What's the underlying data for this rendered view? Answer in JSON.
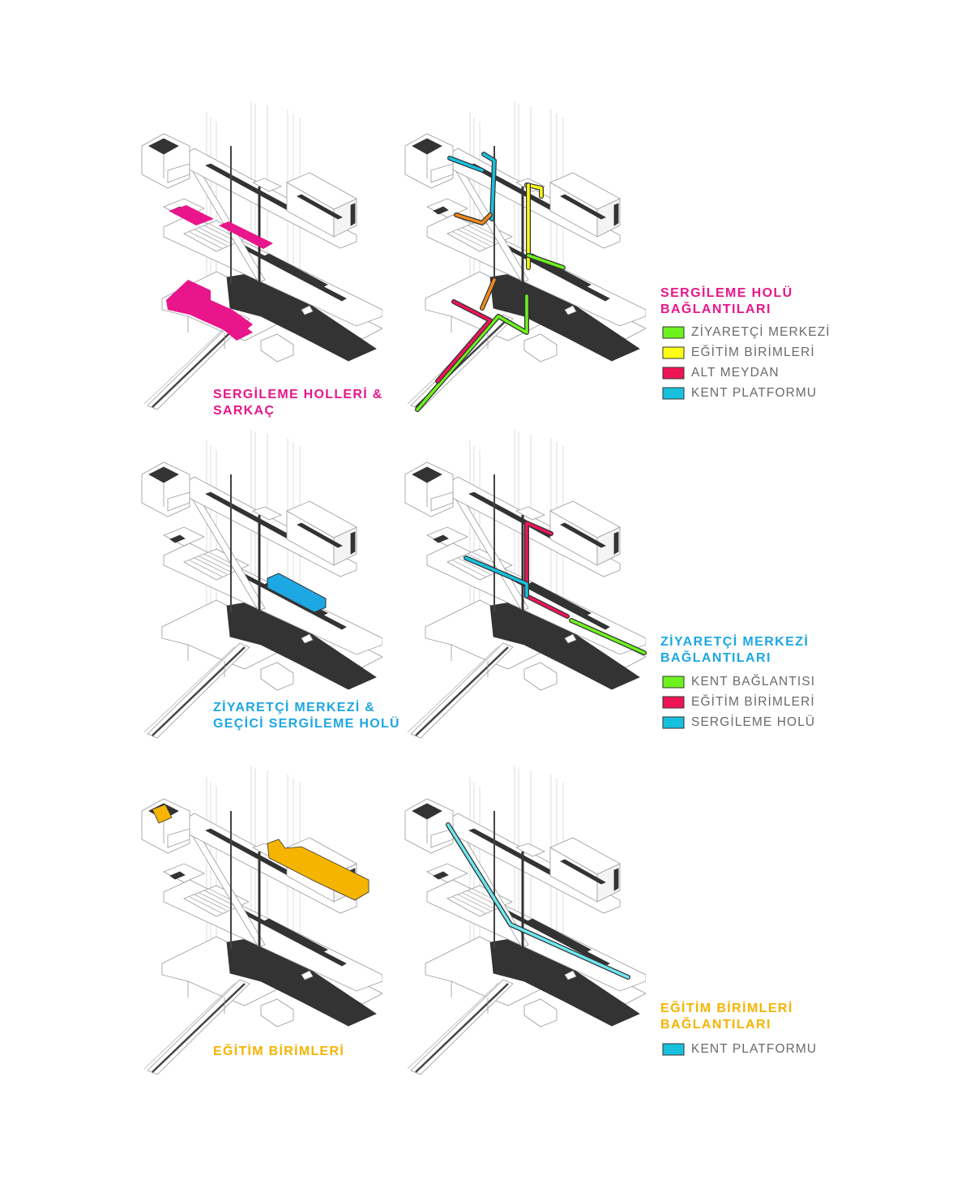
{
  "colors": {
    "magenta": "#e8168a",
    "blue": "#1da7e3",
    "amber": "#f5b400",
    "orange": "#f08a1e",
    "green": "#6ef21e",
    "yellow": "#ffff14",
    "red": "#ee1456",
    "cyan": "#17c1de",
    "cyan_light": "#6ee8f2",
    "dark": "#333333"
  },
  "rows": [
    {
      "caption": [
        "SERGİLEME HOLLERİ &",
        "SARKAÇ"
      ],
      "legend": {
        "title": [
          "SERGİLEME HOLÜ",
          "BAĞLANTILARI"
        ],
        "items": [
          {
            "label": "ZİYARETÇİ MERKEZİ",
            "color": "#6ef21e"
          },
          {
            "label": "EĞİTİM BİRİMLERİ",
            "color": "#ffff14"
          },
          {
            "label": "ALT MEYDAN",
            "color": "#ee1456"
          },
          {
            "label": "KENT PLATFORMU",
            "color": "#17c1de"
          }
        ]
      }
    },
    {
      "caption": [
        "ZİYARETÇİ MERKEZİ &",
        "GEÇİCİ SERGİLEME HOLÜ"
      ],
      "legend": {
        "title": [
          "ZİYARETÇİ MERKEZİ",
          "BAĞLANTILARI"
        ],
        "items": [
          {
            "label": "KENT BAĞLANTISI",
            "color": "#6ef21e"
          },
          {
            "label": "EĞİTİM BİRİMLERİ",
            "color": "#ee1456"
          },
          {
            "label": "SERGİLEME HOLÜ",
            "color": "#17c1de"
          }
        ]
      }
    },
    {
      "caption": [
        "EĞİTİM BİRİMLERİ"
      ],
      "legend": {
        "title": [
          "EĞİTİM BİRİMLERİ",
          "BAĞLANTILARI"
        ],
        "items": [
          {
            "label": "KENT PLATFORMU",
            "color": "#17c1de"
          }
        ]
      }
    }
  ]
}
